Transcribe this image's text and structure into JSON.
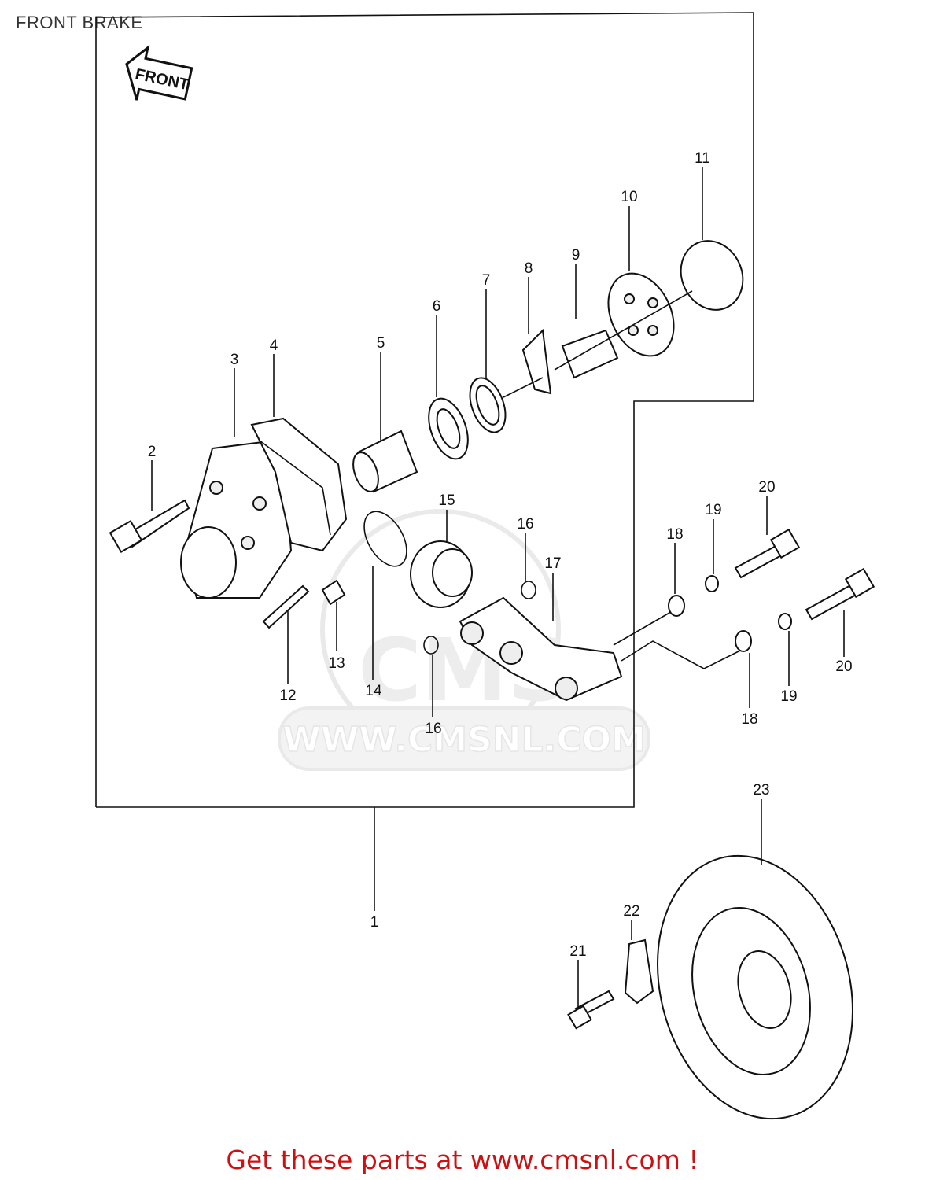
{
  "title": "FRONT BRAKE",
  "front_arrow_label": "FRONT",
  "watermark": {
    "logo_text": "CMS",
    "url_text": "WWW.CMSNL.COM"
  },
  "footer_link": "Get these parts at www.cmsnl.com !",
  "callouts": [
    "1",
    "2",
    "3",
    "4",
    "5",
    "6",
    "7",
    "8",
    "9",
    "10",
    "11",
    "12",
    "13",
    "14",
    "15",
    "16",
    "16",
    "17",
    "18",
    "18",
    "19",
    "19",
    "20",
    "20",
    "21",
    "22",
    "23"
  ],
  "colors": {
    "footer": "#d01010",
    "line": "#111111",
    "watermark": "#cccccc"
  }
}
